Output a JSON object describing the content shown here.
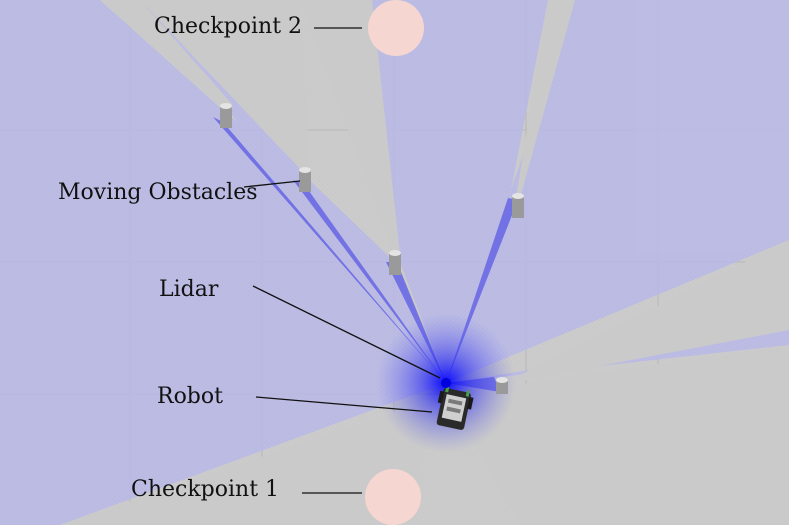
{
  "labels": {
    "checkpoint_2": "Checkpoint 2",
    "moving_obstacles": "Moving Obstacles",
    "lidar": "Lidar",
    "robot": "Robot",
    "checkpoint_1": "Checkpoint 1"
  },
  "colors": {
    "floor": "#cacaca",
    "grid": "#b6b6b6",
    "lidar_fill": "#b8b8e8",
    "lidar_line": "#6c6cd8",
    "ray_dense": "#4a4ae0",
    "checkpoint": "#f6d6d0",
    "obstacle": "#e4e4e4",
    "obstacle_shadow": "#9a9a9a",
    "robot_body": "#2a2a2a",
    "leader": "#111111"
  }
}
